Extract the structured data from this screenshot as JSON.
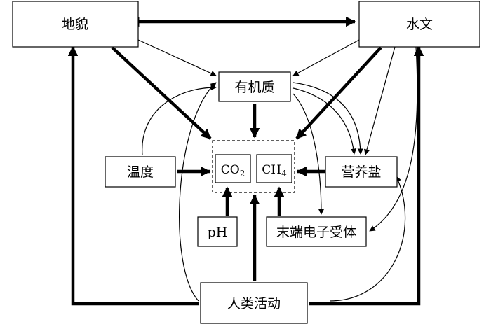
{
  "nodes": {
    "landform": "地貌",
    "hydrology": "水文",
    "organic_matter": "有机质",
    "temperature": "温度",
    "co2_main": "CO",
    "co2_sub": "2",
    "ch4_main": "CH",
    "ch4_sub": "4",
    "nutrients": "营养盐",
    "ph": "pH",
    "electron_acceptor": "末端电子受体",
    "human_activity": "人类活动"
  },
  "colors": {
    "line": "#000000",
    "box_fill": "#ffffff"
  }
}
